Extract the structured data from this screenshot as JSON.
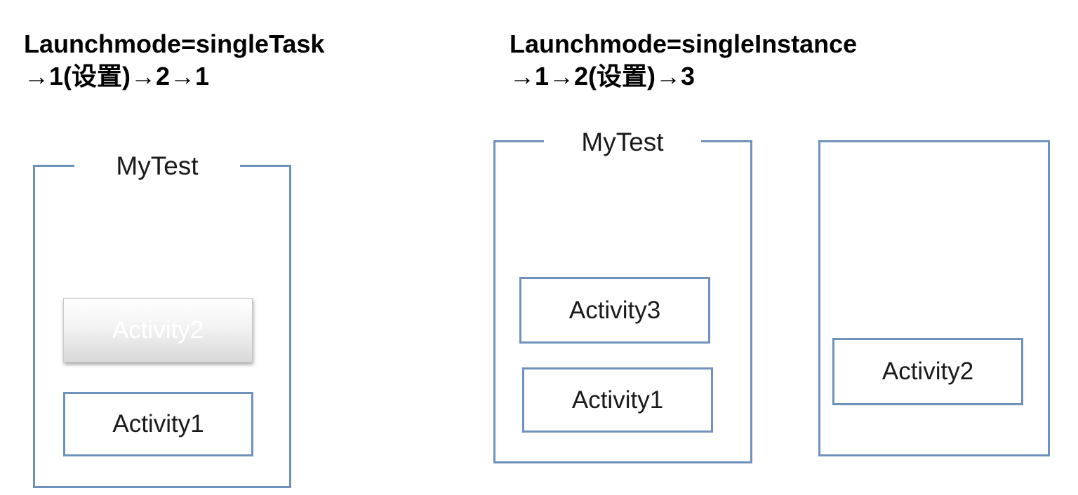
{
  "left_panel": {
    "heading_line1": "Launchmode=singleTask",
    "heading_line2": "→1(设置)→2→1",
    "task_label": "MyTest",
    "activities": [
      "Activity2",
      "Activity1"
    ]
  },
  "right_panel": {
    "heading_line1": "Launchmode=singleInstance",
    "heading_line2": "→1→2(设置)→3",
    "task_label": "MyTest",
    "task_activities": [
      "Activity3",
      "Activity1"
    ],
    "second_task_activity": "Activity2"
  },
  "colors": {
    "border": "#6f92bc",
    "ghost_text": "#ffffff"
  }
}
